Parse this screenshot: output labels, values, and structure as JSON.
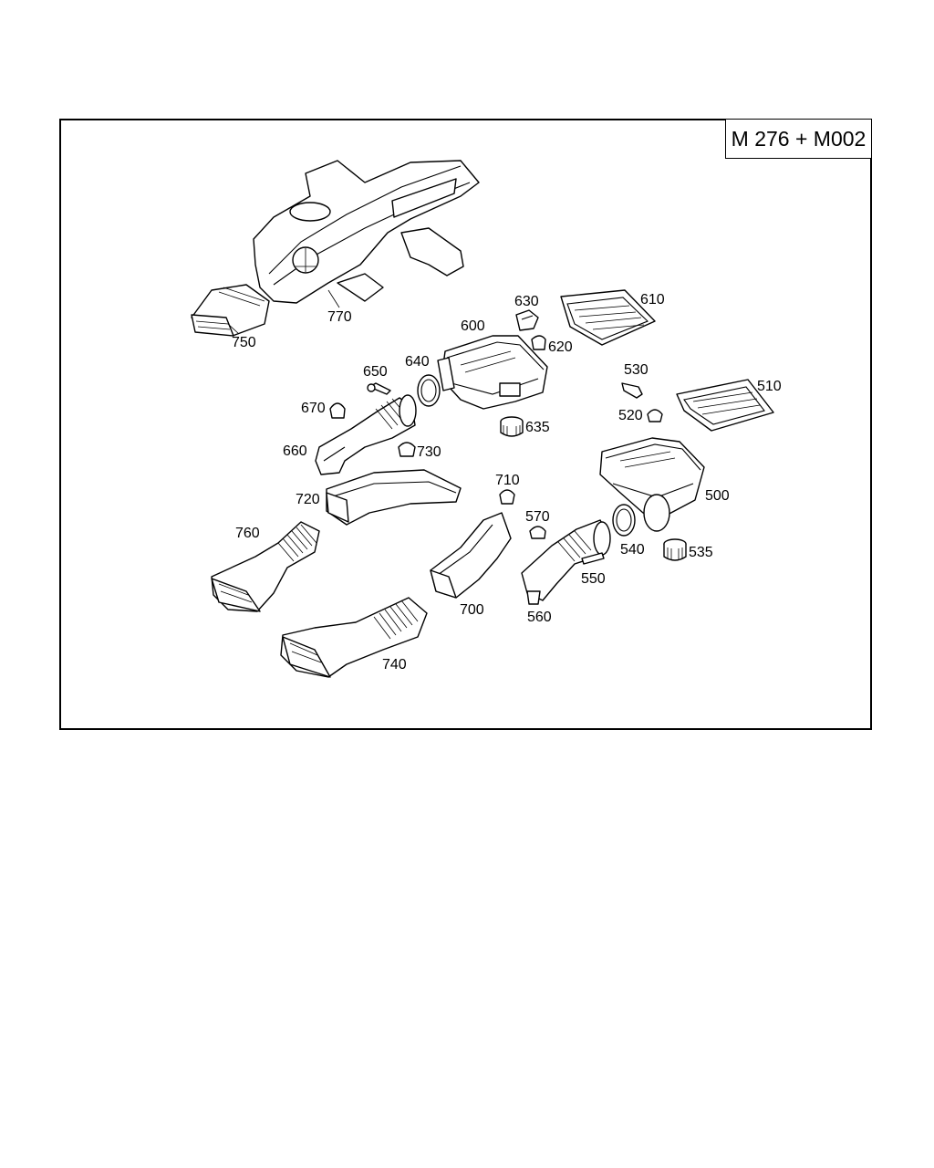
{
  "model_code": "M 276 + M002",
  "labels": {
    "p770": "770",
    "p750": "750",
    "p630": "630",
    "p610": "610",
    "p600": "600",
    "p620": "620",
    "p640": "640",
    "p650": "650",
    "p670": "670",
    "p635": "635",
    "p530": "530",
    "p510": "510",
    "p520": "520",
    "p660": "660",
    "p730": "730",
    "p500": "500",
    "p710": "710",
    "p720": "720",
    "p570": "570",
    "p760": "760",
    "p540": "540",
    "p535": "535",
    "p550": "550",
    "p700": "700",
    "p560": "560",
    "p740": "740"
  }
}
